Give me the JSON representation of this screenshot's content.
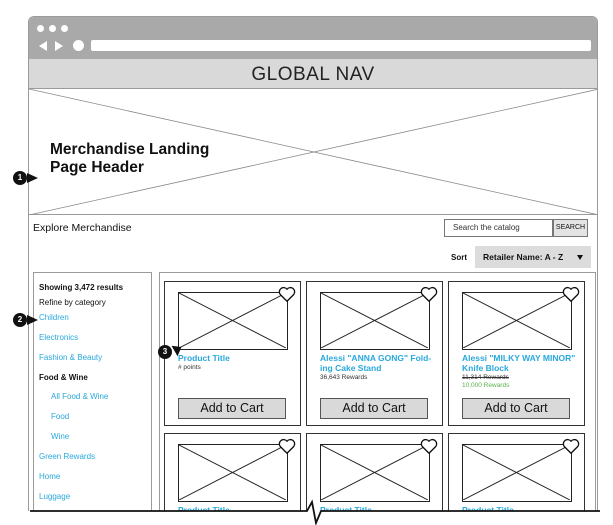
{
  "global_nav": {
    "label": "GLOBAL NAV"
  },
  "hero": {
    "title_line1": "Merchandise Landing",
    "title_line2": "Page Header"
  },
  "explore": {
    "label": "Explore Merchandise"
  },
  "search": {
    "placeholder": "Search the catalog",
    "button_label": "SEARCH"
  },
  "sort": {
    "label": "Sort",
    "selected": "Retailer Name: A - Z"
  },
  "sidebar": {
    "results": "Showing 3,472 results",
    "refine_label": "Refine by category",
    "categories": [
      {
        "label": "Children"
      },
      {
        "label": "Electronics"
      },
      {
        "label": "Fashion & Beauty"
      },
      {
        "label": "Food & Wine"
      },
      {
        "label": "All Food & Wine"
      },
      {
        "label": "Food"
      },
      {
        "label": "Wine"
      },
      {
        "label": "Green Rewards"
      },
      {
        "label": "Home"
      },
      {
        "label": "Luggage"
      }
    ]
  },
  "products": [
    {
      "title_line1": "Product Title",
      "title_line2": "",
      "points": "# points",
      "original": "",
      "rewards_sale": "",
      "button": "Add to Cart"
    },
    {
      "title_line1": "Alessi \"ANNA GONG\" Fold-",
      "title_line2": "ing Cake Stand",
      "points": "36,643 Rewards",
      "original": "",
      "rewards_sale": "",
      "button": "Add to Cart"
    },
    {
      "title_line1": "Alessi \"MILKY WAY MINOR\"",
      "title_line2": "Knife Block",
      "points": "",
      "original": "11,314 Rewards",
      "rewards_sale": "10,000 Rewards",
      "button": "Add to Cart"
    },
    {
      "title_line1": "Product Title"
    },
    {
      "title_line1": "Product Title"
    },
    {
      "title_line1": "Product Title"
    }
  ],
  "annotations": [
    "1",
    "2",
    "3"
  ],
  "colors": {
    "link": "#29a8dc",
    "sale": "#5ab24b",
    "chrome": "#a9a9a9",
    "nav": "#d9d9d9"
  }
}
